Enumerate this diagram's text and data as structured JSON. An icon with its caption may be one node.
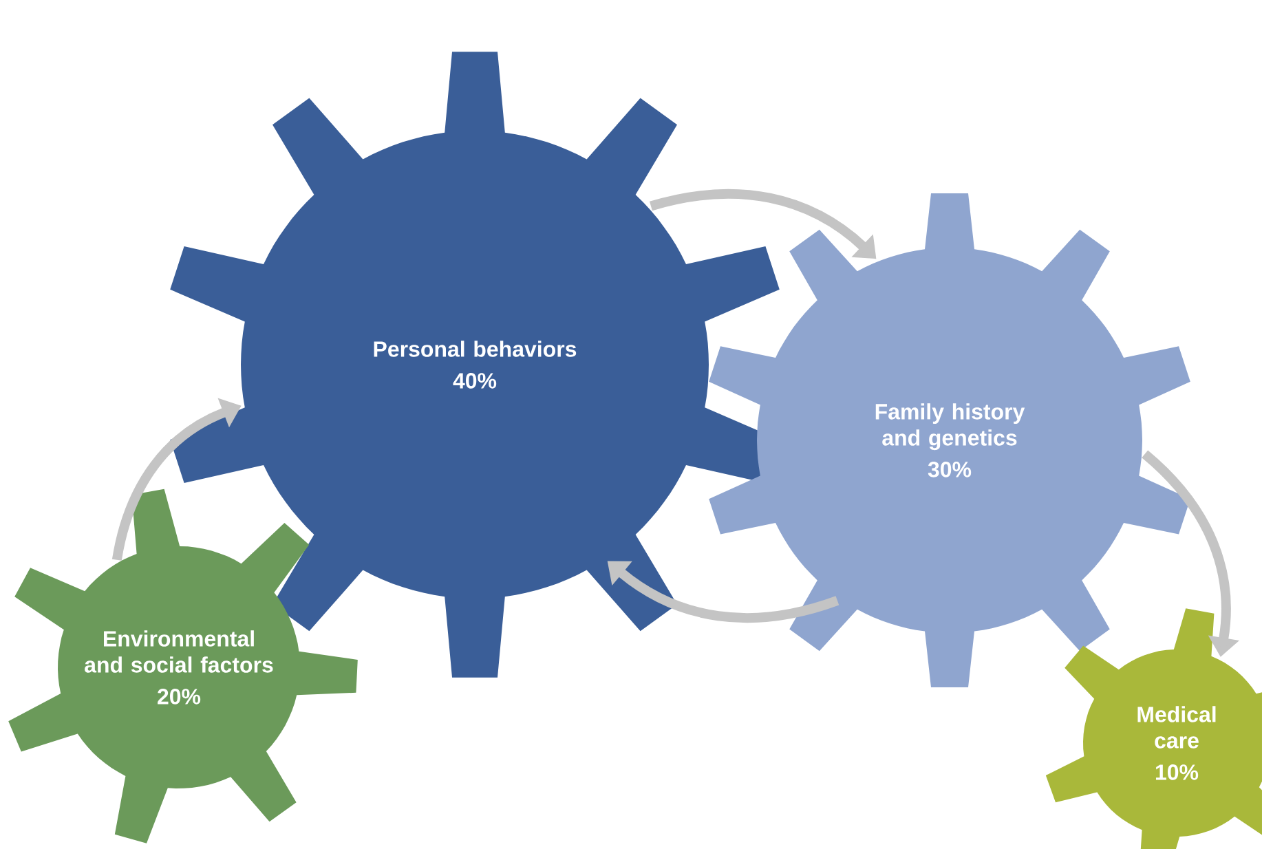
{
  "diagram": {
    "nodes": [
      {
        "text": [
          "Personal behaviors",
          "40%"
        ]
      },
      {
        "text": [
          "Family history and genetics",
          "30%"
        ]
      },
      {
        "text": [
          "Environmental and social factors",
          "20%"
        ]
      },
      {
        "text": [
          "Medical care",
          "10%"
        ]
      }
    ],
    "edges": [
      {
        "from": 2,
        "to": 0,
        "arrow": "to"
      },
      {
        "from": 0,
        "to": 1,
        "arrow": "to"
      },
      {
        "from": 1,
        "to": 0,
        "arrow": "to"
      },
      {
        "from": 1,
        "to": 3,
        "arrow": "to"
      }
    ]
  }
}
